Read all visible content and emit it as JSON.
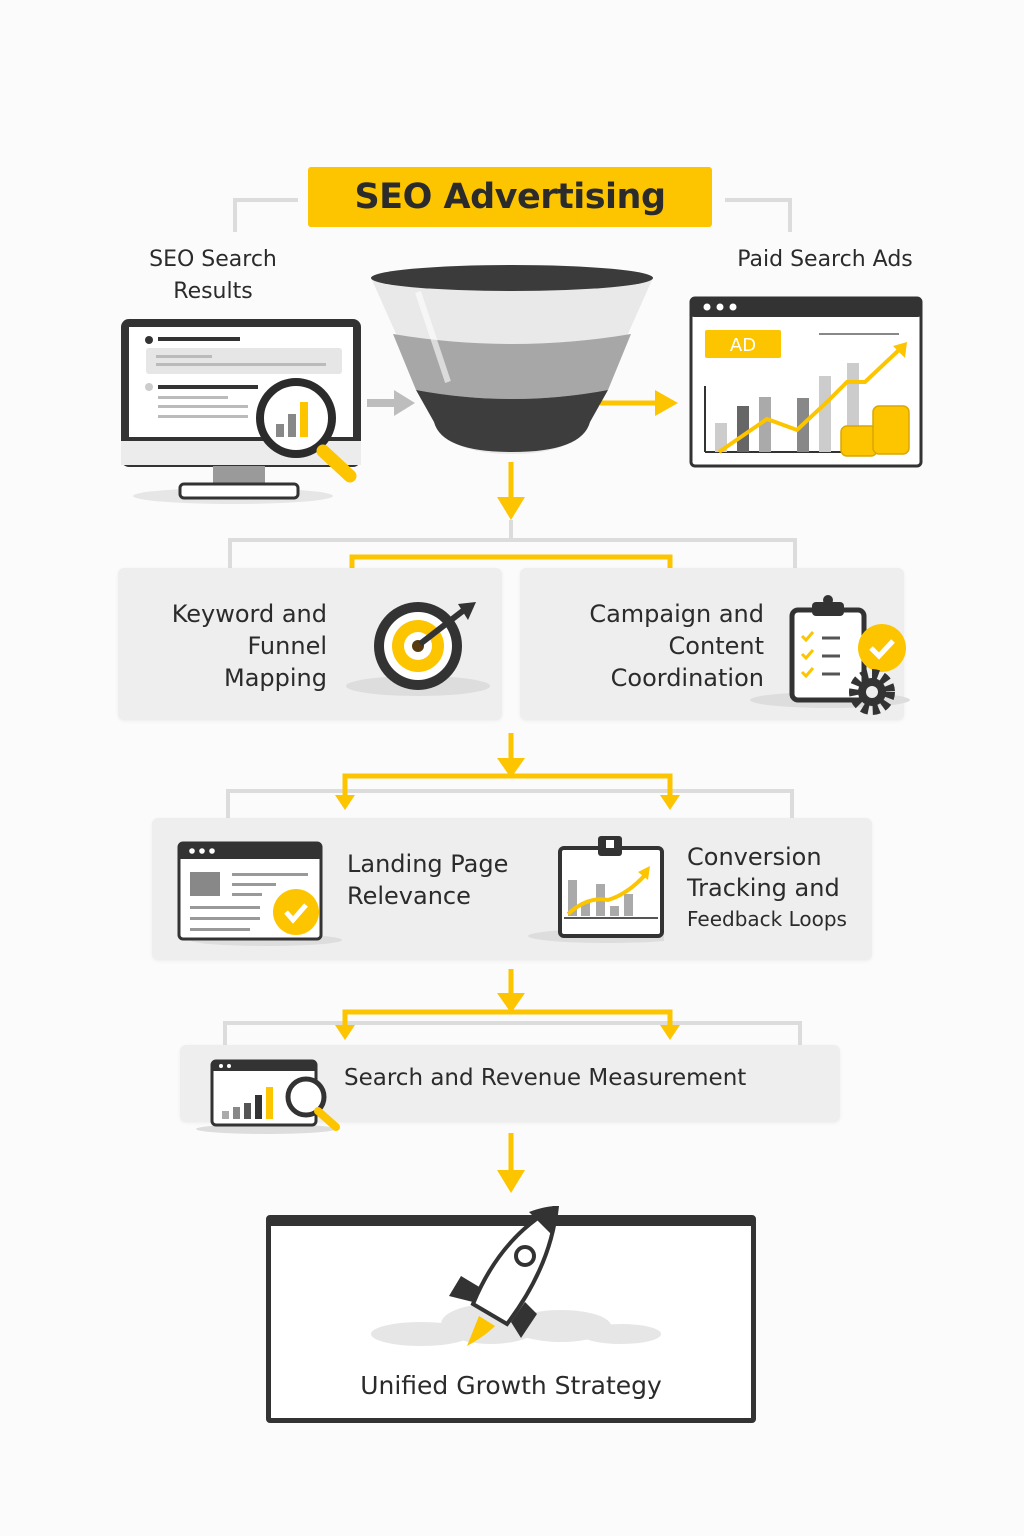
{
  "title": "SEO Advertising",
  "top": {
    "left_label": "SEO Search Results",
    "right_label": "Paid Search Ads",
    "ad_badge": "AD"
  },
  "steps": [
    {
      "label": "Keyword and Funnel Mapping",
      "lines": [
        "Keyword and",
        "Funnel",
        "Mapping"
      ]
    },
    {
      "label": "Campaign and Content Coordination",
      "lines": [
        "Campaign and",
        "Content",
        "Coordination"
      ]
    },
    {
      "label": "Landing Page Relevance",
      "lines": [
        "Landing Page",
        "Relevance"
      ]
    },
    {
      "label": "Conversion Tracking and Feedback Loops",
      "lines": [
        "Conversion",
        "Tracking and",
        "Feedback Loops"
      ]
    },
    {
      "label": "Search and Revenue Measurement",
      "lines": [
        "Search and Revenue Measurement"
      ]
    }
  ],
  "result": "Unified Growth Strategy",
  "colors": {
    "accent": "#fcc500",
    "dark": "#333333",
    "panel": "#eeeeee",
    "connector": "#d6d6d6"
  }
}
